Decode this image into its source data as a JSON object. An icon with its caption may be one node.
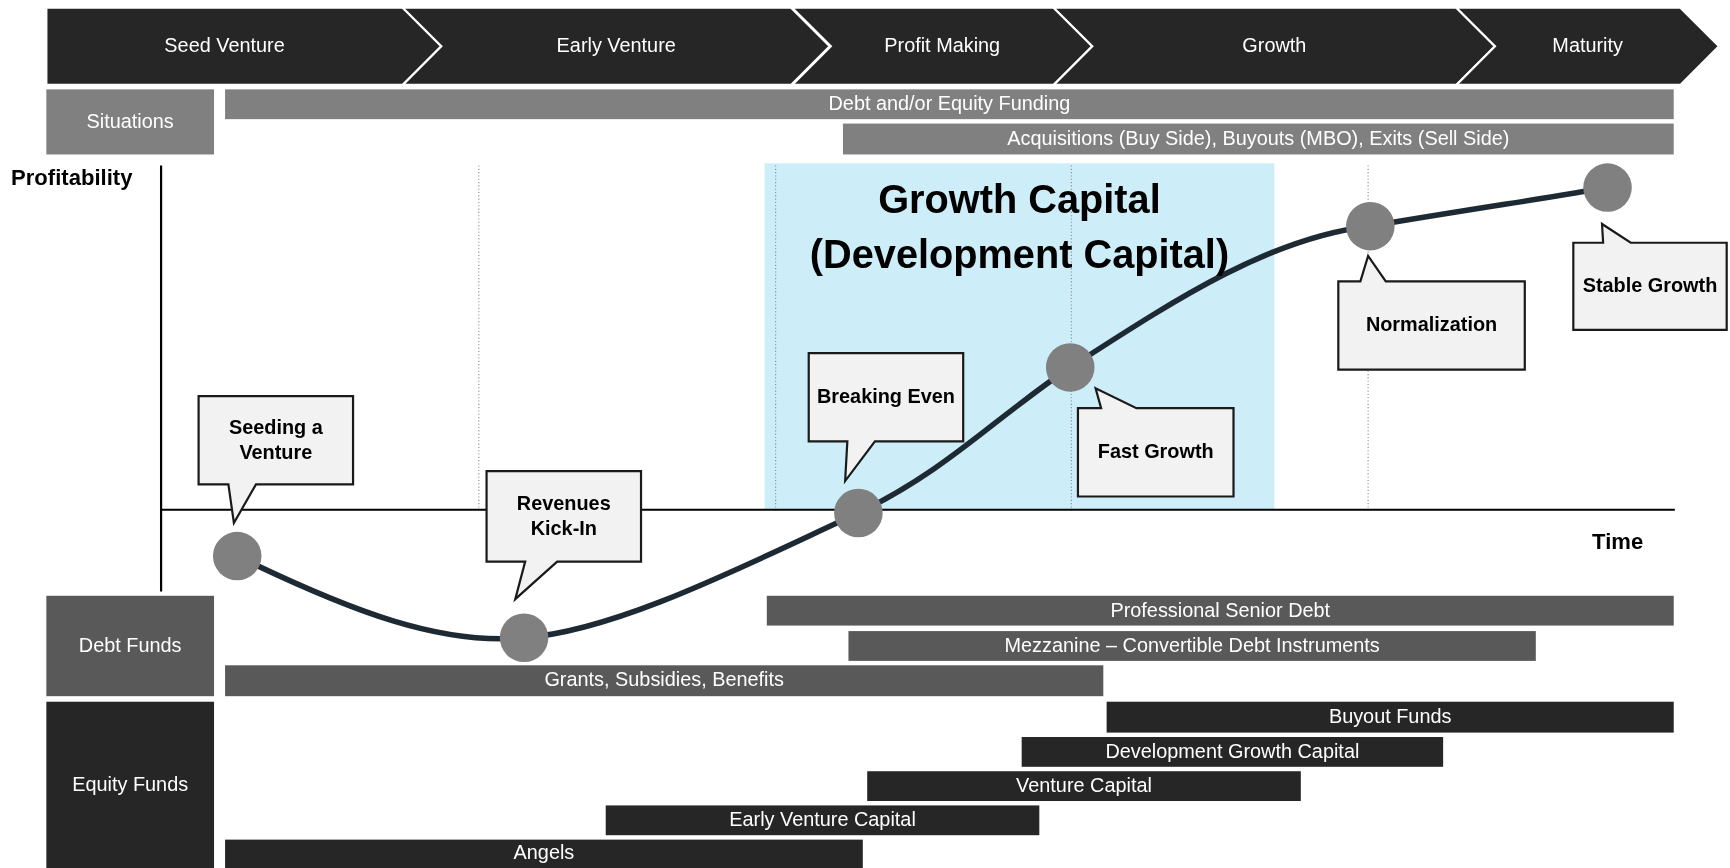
{
  "diagram": {
    "nodes": [
      {
        "text": [
          "Seed Venture"
        ]
      },
      {
        "text": [
          "Early Venture"
        ]
      },
      {
        "text": [
          "Profit Making"
        ]
      },
      {
        "text": [
          "Growth"
        ]
      },
      {
        "text": [
          "Maturity"
        ]
      },
      {
        "text": [
          "Situations"
        ]
      },
      {
        "text": [
          "Debt and/or Equity Funding"
        ]
      },
      {
        "text": [
          "Acquisitions (Buy Side), Buyouts (MBO), Exits (Sell Side)"
        ]
      },
      {
        "text": [
          "Growth Capital (Development Capital)"
        ]
      },
      {
        "text": [
          "Seeding a Venture"
        ]
      },
      {
        "text": [
          "Revenues Kick-In"
        ]
      },
      {
        "text": [
          "Breaking Even"
        ],
        "in": 8
      },
      {
        "text": [
          "Fast Growth"
        ],
        "in": 8
      },
      {
        "text": [
          "Normalization"
        ]
      },
      {
        "text": [
          "Stable Growth"
        ]
      },
      {
        "text": [
          "Debt Funds"
        ]
      },
      {
        "text": [
          "Professional Senior Debt"
        ]
      },
      {
        "text": [
          "Mezzanine – Convertible Debt Instruments"
        ]
      },
      {
        "text": [
          "Grants, Subsidies, Benefits"
        ]
      },
      {
        "text": [
          "Equity Funds"
        ]
      },
      {
        "text": [
          "Buyout Funds"
        ]
      },
      {
        "text": [
          "Development Growth Capital"
        ]
      },
      {
        "text": [
          "Venture Capital"
        ]
      },
      {
        "text": [
          "Early Venture Capital"
        ]
      },
      {
        "text": [
          "Angels"
        ]
      }
    ],
    "edges": [],
    "labels": [
      "Profitability",
      "Time"
    ]
  }
}
